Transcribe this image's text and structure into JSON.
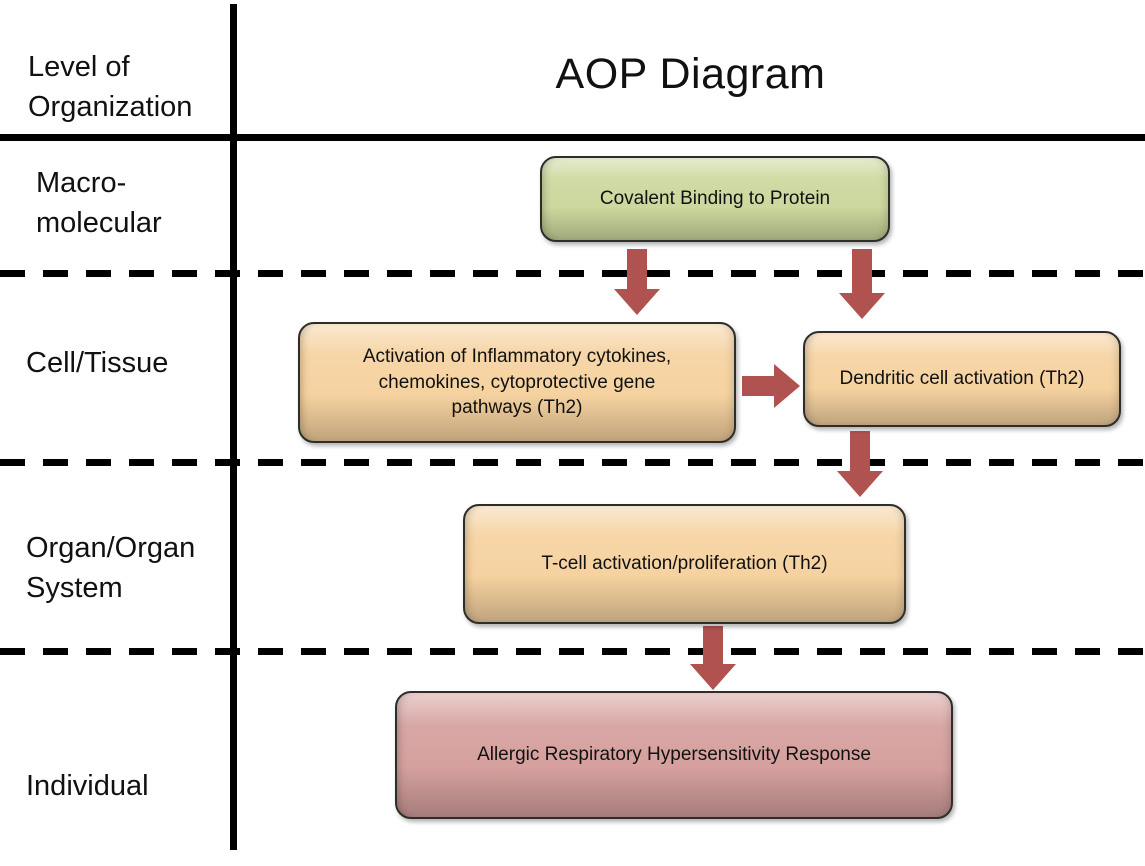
{
  "title": "AOP Diagram",
  "column_header": "Level of\nOrganization",
  "levels": [
    {
      "label": "Macro-\nmolecular"
    },
    {
      "label": "Cell/Tissue"
    },
    {
      "label": "Organ/Organ\nSystem"
    },
    {
      "label": "Individual"
    }
  ],
  "nodes": [
    {
      "label": "Covalent Binding to Protein",
      "level": "Macro-molecular"
    },
    {
      "label": "Activation of Inflammatory cytokines,\nchemokines, cytoprotective gene\npathways (Th2)",
      "level": "Cell/Tissue"
    },
    {
      "label": "Dendritic cell activation (Th2)",
      "level": "Cell/Tissue"
    },
    {
      "label": "T-cell activation/proliferation (Th2)",
      "level": "Organ/Organ System"
    },
    {
      "label": "Allergic Respiratory Hypersensitivity Response",
      "level": "Individual"
    }
  ],
  "connections": [
    {
      "from": "Covalent Binding to Protein",
      "to": "Activation of Inflammatory cytokines, chemokines, cytoprotective gene pathways (Th2)",
      "direction": "down"
    },
    {
      "from": "Covalent Binding to Protein",
      "to": "Dendritic cell activation (Th2)",
      "direction": "down"
    },
    {
      "from": "Activation of Inflammatory cytokines, chemokines, cytoprotective gene pathways (Th2)",
      "to": "Dendritic cell activation (Th2)",
      "direction": "right"
    },
    {
      "from": "Dendritic cell activation (Th2)",
      "to": "T-cell activation/proliferation (Th2)",
      "direction": "down"
    },
    {
      "from": "T-cell activation/proliferation (Th2)",
      "to": "Allergic Respiratory Hypersensitivity Response",
      "direction": "down"
    }
  ],
  "colors": {
    "node_green": "#ccd89e",
    "node_orange": "#f6d2a0",
    "node_pink": "#d5a09e",
    "arrow": "#b0524f",
    "line": "#000000"
  }
}
